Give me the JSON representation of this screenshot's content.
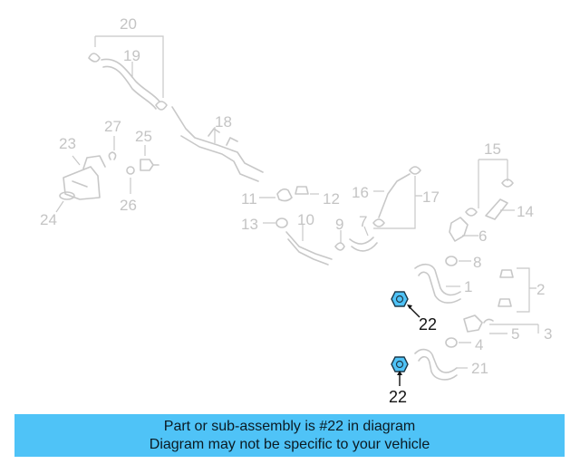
{
  "diagram": {
    "callouts": {
      "c20": "20",
      "c19": "19",
      "c18": "18",
      "c27": "27",
      "c25": "25",
      "c23": "23",
      "c26": "26",
      "c24": "24",
      "c15": "15",
      "c11": "11",
      "c12": "12",
      "c16": "16",
      "c17": "17",
      "c14": "14",
      "c13": "13",
      "c10": "10",
      "c9": "9",
      "c7": "7",
      "c6": "6",
      "c8": "8",
      "c2": "2",
      "c1": "1",
      "c5": "5",
      "c3": "3",
      "c4": "4",
      "c21": "21"
    },
    "highlight_label_top": "22",
    "highlight_label_bottom": "22",
    "highlight_color": "#4fc3f7"
  },
  "banner": {
    "line1": "Part or sub-assembly is #22 in diagram",
    "line2": "Diagram may not be specific to your vehicle",
    "background": "#4fc3f7"
  }
}
